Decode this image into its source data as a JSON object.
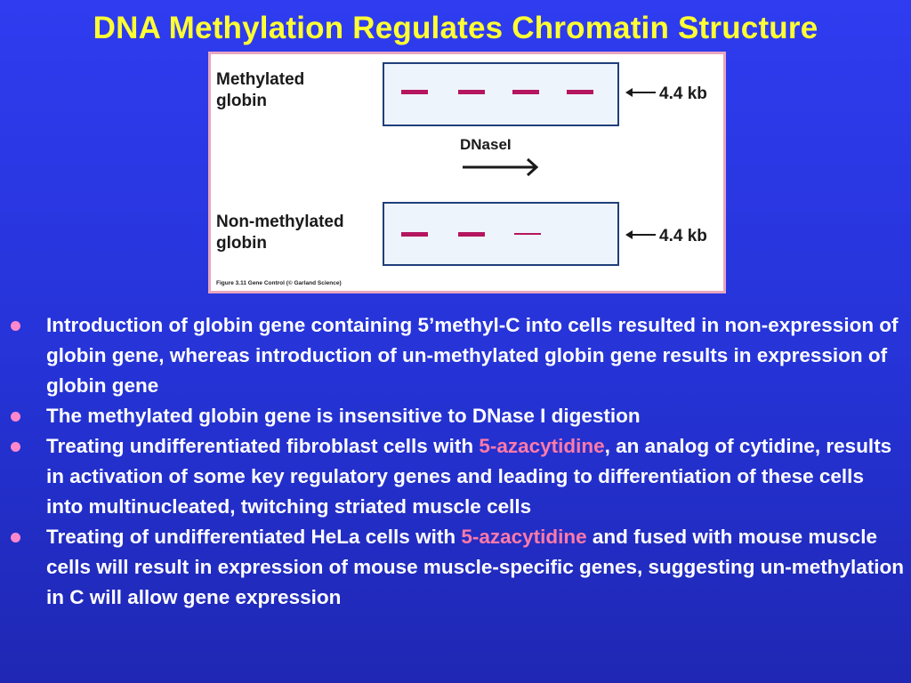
{
  "title": "DNA Methylation Regulates Chromatin Structure",
  "figure": {
    "top_label_line1": "Methylated",
    "top_label_line2": "globin",
    "bottom_label_line1": "Non-methylated",
    "bottom_label_line2": "globin",
    "enzyme_label": "DNaseI",
    "size_top": "4.4 kb",
    "size_bottom": "4.4 kb",
    "caption": "Figure 3.11  Gene Control (© Garland Science)",
    "colors": {
      "band": "#b5155f",
      "gel_fill": "#eef4fb",
      "gel_border": "#1f3f7a"
    }
  },
  "bullets": [
    {
      "text_before": "Introduction of globin gene containing 5’methyl-C into cells resulted in non-expression of globin gene, whereas introduction of un-methylated globin gene results in expression of globin gene"
    },
    {
      "text_before": "The methylated globin gene is insensitive to DNase I digestion"
    },
    {
      "text_before": "Treating undifferentiated fibroblast cells with ",
      "highlight": "5-azacytidine",
      "text_after": ", an analog of cytidine, results in activation of some key regulatory genes and leading to differentiation of these cells into multinucleated, twitching striated muscle cells"
    },
    {
      "text_before": "Treating of undifferentiated HeLa cells with ",
      "highlight": "5-azacytidine",
      "text_after": " and fused with mouse muscle cells will result in expression of mouse muscle-specific genes, suggesting un-methylation in C will allow gene expression"
    }
  ],
  "colors": {
    "title": "#ffff33",
    "bullet_dot": "#ff88cc",
    "highlight": "#ff7aa8"
  }
}
